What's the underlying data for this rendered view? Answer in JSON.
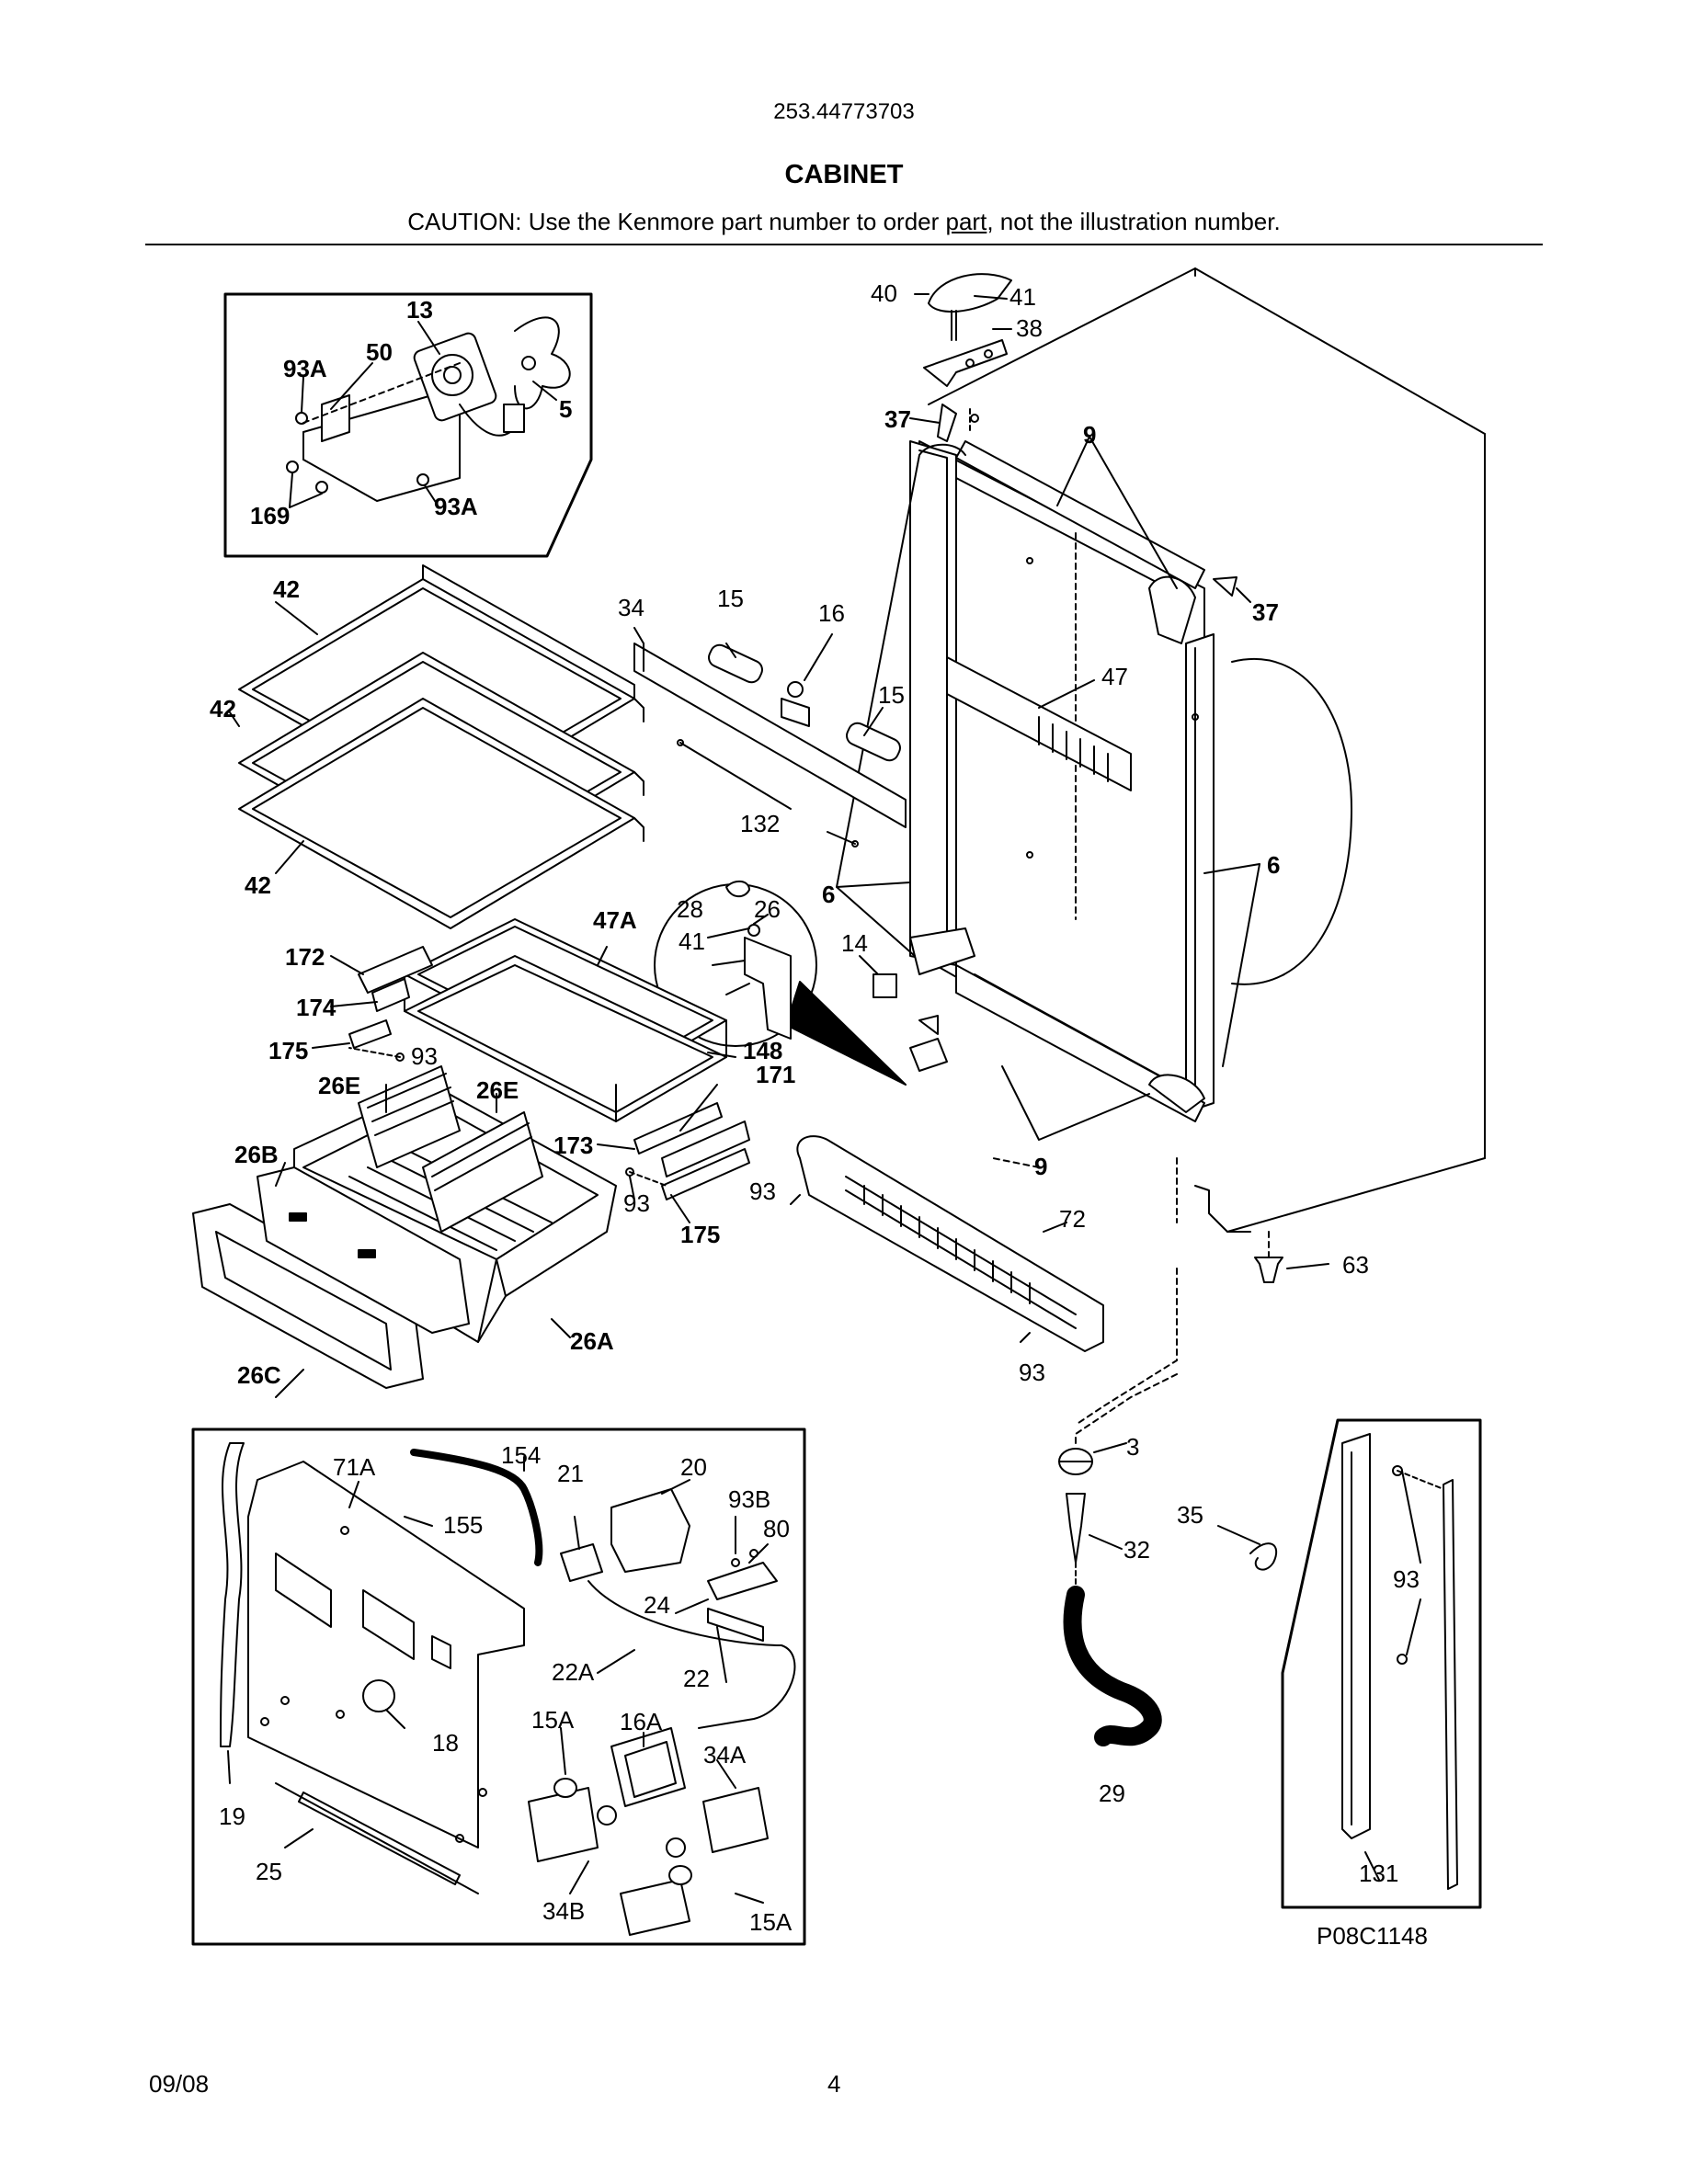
{
  "header": {
    "model_number": "253.44773703",
    "section_title": "CABINET",
    "caution_prefix": "CAUTION: Use the Kenmore part number to order ",
    "caution_link": "part",
    "caution_suffix": ", not the illustration number."
  },
  "diagram": {
    "drawing_code": "P08C1148",
    "callouts": {
      "c13": "13",
      "c50": "50",
      "c93A_top": "93A",
      "c5": "5",
      "c169": "169",
      "c93A_bot": "93A",
      "c40": "40",
      "c41_top": "41",
      "c38": "38",
      "c37_left": "37",
      "c9_top": "9",
      "c37_right": "37",
      "c42_a": "42",
      "c42_b": "42",
      "c42_c": "42",
      "c34": "34",
      "c15_a": "15",
      "c16": "16",
      "c15_b": "15",
      "c47": "47",
      "c132": "132",
      "c6_left": "6",
      "c6_right": "6",
      "c28": "28",
      "c26": "26",
      "c41_mid": "41",
      "c14": "14",
      "c47A": "47A",
      "c172": "172",
      "c174": "174",
      "c175_a": "175",
      "c93_a": "93",
      "c148": "148",
      "c171": "171",
      "c26E_a": "26E",
      "c26E_b": "26E",
      "c26B": "26B",
      "c173": "173",
      "c93_b": "93",
      "c175_b": "175",
      "c93_c": "93",
      "c26A": "26A",
      "c26C": "26C",
      "c9_bottom": "9",
      "c72": "72",
      "c63": "63",
      "c93_d": "93",
      "c71A": "71A",
      "c154": "154",
      "c21": "21",
      "c20": "20",
      "c93B": "93B",
      "c80": "80",
      "c155": "155",
      "c24": "24",
      "c22A": "22A",
      "c22": "22",
      "c18": "18",
      "c15A_a": "15A",
      "c16A": "16A",
      "c34A": "34A",
      "c19": "19",
      "c25": "25",
      "c34B": "34B",
      "c15A_b": "15A",
      "c3": "3",
      "c35": "35",
      "c32": "32",
      "c93_e": "93",
      "c29": "29",
      "c131": "131"
    }
  },
  "footer": {
    "date": "09/08",
    "page_number": "4"
  }
}
